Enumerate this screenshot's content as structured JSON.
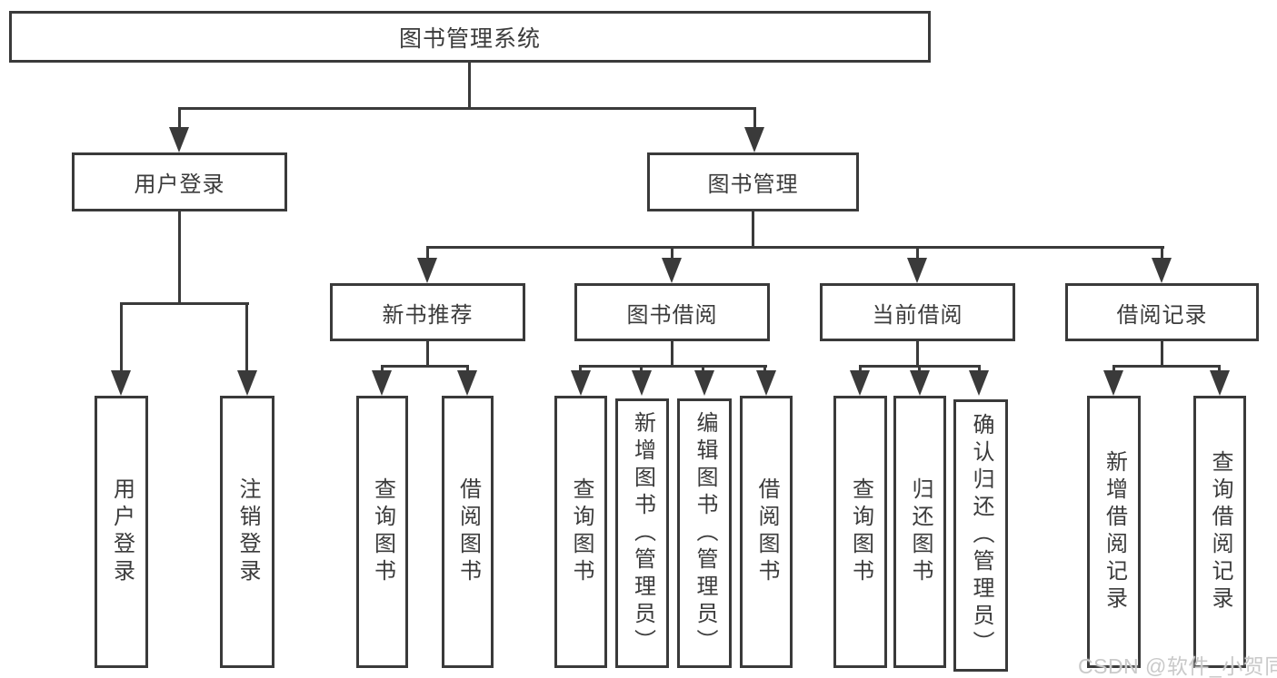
{
  "nodes": {
    "root": "图书管理系统",
    "level2": [
      "用户登录",
      "图书管理"
    ],
    "level3": [
      "新书推荐",
      "图书借阅",
      "当前借阅",
      "借阅记录"
    ],
    "leaves": {
      "userLogin": [
        "用户登录",
        "注销登录"
      ],
      "newBooks": [
        "查询图书",
        "借阅图书"
      ],
      "bookBorrow": [
        "查询图书",
        "新增图书（管理员）",
        "编辑图书（管理员）",
        "借阅图书"
      ],
      "currentBorrow": [
        "查询图书",
        "归还图书",
        "确认归还（管理员）"
      ],
      "borrowRecords": [
        "新增借阅记录",
        "查询借阅记录"
      ]
    }
  },
  "watermark": "CSDN @软件_小贺同学",
  "colors": {
    "line": "#3a3a3a",
    "text": "#3b3b3b",
    "background": "#ffffff",
    "watermark": "#c9c9c9"
  }
}
